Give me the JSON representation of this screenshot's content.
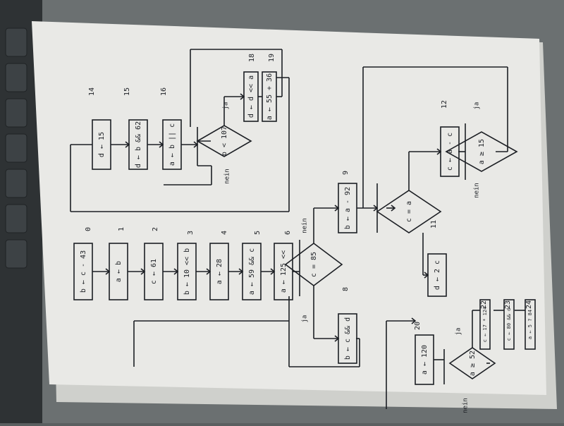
{
  "colors": {
    "paper": "#e9e9e6",
    "paper_shadow": "#cfd0cc",
    "ink": "#1c1f24",
    "keyboard": "#2e3234",
    "desk": "#6b7071"
  },
  "photo": {
    "description_icon": "photo-of-handwritten-flowchart"
  },
  "flowchart": {
    "blocks": [
      {
        "id": "0",
        "text": "b ← c - 43"
      },
      {
        "id": "1",
        "text": "a ← b"
      },
      {
        "id": "2",
        "text": "c ← 61"
      },
      {
        "id": "3",
        "text": "b ← 10 << b"
      },
      {
        "id": "4",
        "text": "a ← 28"
      },
      {
        "id": "5",
        "text": "a ← 59 && c"
      },
      {
        "id": "6",
        "text": "a ← 125 <<"
      },
      {
        "id": "8",
        "text": "b ← c && d"
      },
      {
        "id": "9",
        "text": "b ← a - 92"
      },
      {
        "id": "11",
        "text": "d ← 2 c"
      },
      {
        "id": "12",
        "text": "c ← a - c"
      },
      {
        "id": "14",
        "text": "d ← 15"
      },
      {
        "id": "15",
        "text": "d ← b && 62"
      },
      {
        "id": "16",
        "text": "a ← b || c"
      },
      {
        "id": "18",
        "text": "d ← d << a"
      },
      {
        "id": "19",
        "text": "a ← 55 + 36"
      },
      {
        "id": "20",
        "text": "a ← 120"
      },
      {
        "id": "22",
        "text": "c ← 17 * 124"
      },
      {
        "id": "23",
        "text": "c ← 80 && d"
      },
      {
        "id": "24",
        "text": "a ← 5 ? 84"
      }
    ],
    "decisions": [
      {
        "id": "7",
        "text": "c = 85"
      },
      {
        "id": "10",
        "text": "c = a"
      },
      {
        "id": "13",
        "text": "a ≥ 15"
      },
      {
        "id": "17",
        "text": "b < 107"
      },
      {
        "id": "21",
        "text": "a ≥ 52"
      }
    ],
    "labels": {
      "ja": "ja",
      "nein": "nein"
    }
  }
}
